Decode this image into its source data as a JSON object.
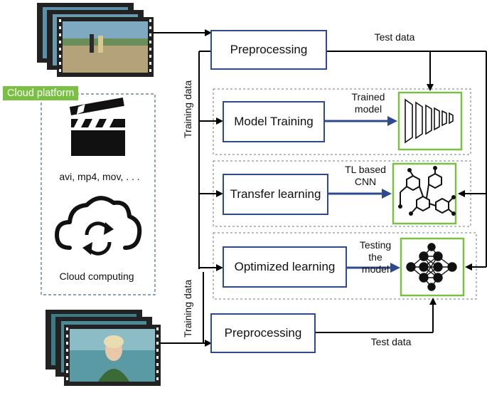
{
  "cloud": {
    "tag": "Cloud platform",
    "formats": "avi, mp4, mov, . . .",
    "computing": "Cloud computing"
  },
  "boxes": {
    "preprocessing_top": "Preprocessing",
    "model_training": "Model Training",
    "transfer_learning": "Transfer learning",
    "optimized_learning": "Optimized learning",
    "preprocessing_bottom": "Preprocessing"
  },
  "labels": {
    "test_data_top": "Test data",
    "test_data_bottom": "Test data",
    "training_data_top": "Training data",
    "training_data_bottom": "Training data",
    "trained_model": [
      "Trained",
      "model"
    ],
    "tl_cnn": [
      "TL based",
      "CNN"
    ],
    "testing_model": [
      "Testing",
      "the",
      "model"
    ]
  },
  "icons": {
    "clapper": "clapperboard-icon",
    "cloud": "cloud-sync-icon",
    "cnn": "cnn-layers-icon",
    "molecule": "molecular-network-icon",
    "neural": "neural-network-icon",
    "film_top": "film-frames-beach-icon",
    "film_bottom": "film-frames-portrait-icon"
  },
  "colors": {
    "box_border": "#2e4a8c",
    "arrow": "#000000",
    "blue_arrow": "#2e4a8c",
    "green": "#7ac143"
  }
}
